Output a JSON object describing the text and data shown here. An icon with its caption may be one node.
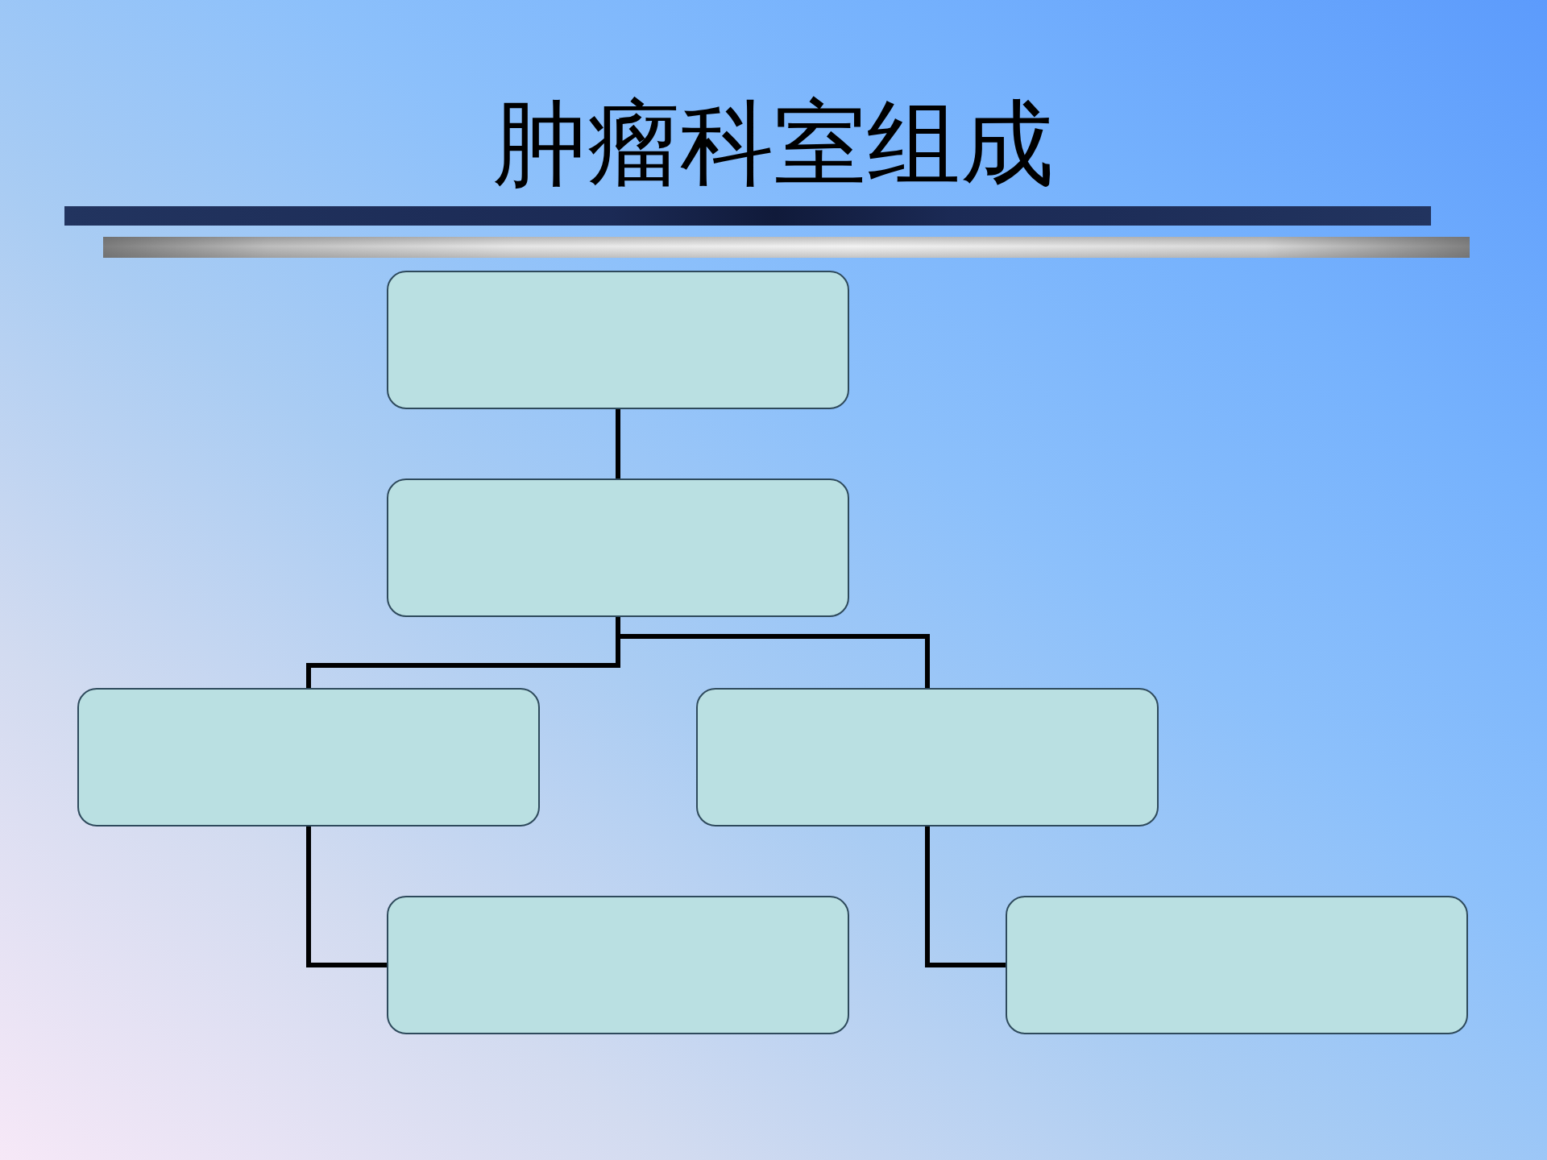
{
  "diagram": {
    "title": "肿瘤科室组成",
    "nodes": [
      {
        "text": [],
        "shape": "box"
      },
      {
        "text": [],
        "shape": "box"
      },
      {
        "text": [],
        "shape": "box"
      },
      {
        "text": [],
        "shape": "box"
      },
      {
        "text": [],
        "shape": "box"
      },
      {
        "text": [],
        "shape": "box"
      }
    ],
    "edges": [
      {
        "from": 0,
        "to": 1,
        "arrow": "none"
      },
      {
        "from": 1,
        "to": 2,
        "arrow": "none"
      },
      {
        "from": 1,
        "to": 3,
        "arrow": "none"
      },
      {
        "from": 2,
        "to": 4,
        "arrow": "none"
      },
      {
        "from": 3,
        "to": 5,
        "arrow": "none"
      }
    ]
  }
}
